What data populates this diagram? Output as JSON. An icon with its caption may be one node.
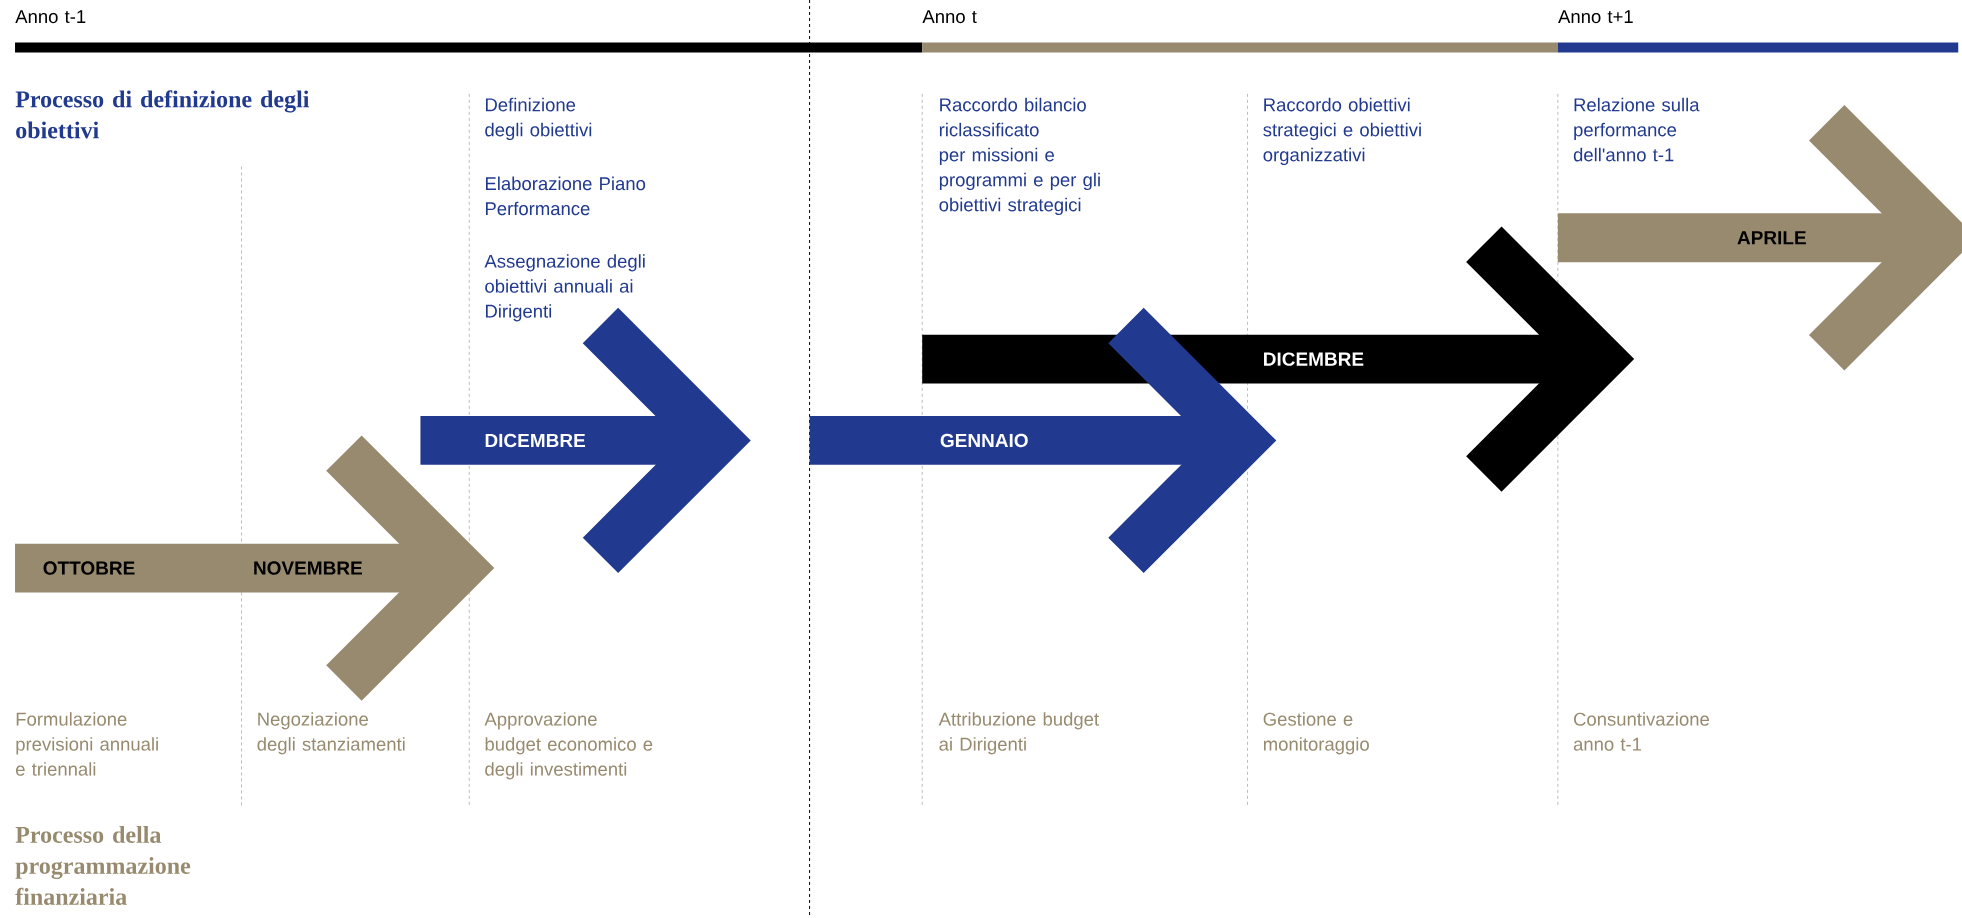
{
  "diagram": {
    "nodes": [
      {
        "text": [
          "OTTOBRE",
          "NOVEMBRE"
        ]
      },
      {
        "text": [
          "DICEMBRE"
        ]
      },
      {
        "text": [
          "GENNAIO"
        ]
      },
      {
        "text": [
          "DICEMBRE"
        ]
      },
      {
        "text": [
          "APRILE"
        ]
      }
    ],
    "labels": [
      "Anno t-1",
      "Anno t",
      "Anno t+1",
      "Processo di definizione degli obiettivi",
      "Definizione degli obiettivi",
      "Elaborazione Piano Performance",
      "Assegnazione degli obiettivi annuali ai Dirigenti",
      "Raccordo bilancio riclassificato per missioni e programmi e per gli obiettivi strategici",
      "Raccordo obiettivi strategici e obiettivi organizzativi",
      "Relazione sulla performance dell'anno t-1",
      "Formulazione previsioni annuali e triennali",
      "Negoziazione degli stanziamenti",
      "Approvazione budget economico e degli investimenti",
      "Attribuzione budget ai Dirigenti",
      "Gestione e monitoraggio",
      "Consuntivazione anno t-1",
      "Processo della programmazione finanziaria"
    ]
  }
}
